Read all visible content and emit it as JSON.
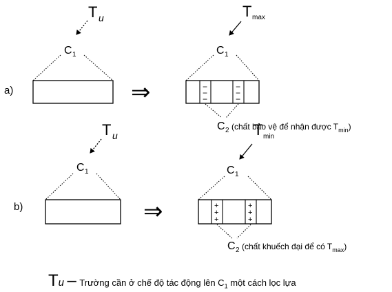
{
  "symbols": {
    "T": "T",
    "sub_u": "u",
    "sub_max": "max",
    "sub_min": "min",
    "C": "C",
    "sub_1": "1",
    "sub_2": "2",
    "arrow": "⇒",
    "minus": "−",
    "plus": "+"
  },
  "part_a": {
    "label": "a)",
    "c2_note_prefix": "(chất bảo vệ để nhận được T",
    "c2_note_sub": "min",
    "c2_note_suffix": ")"
  },
  "part_b": {
    "label": "b)",
    "c2_note_prefix": "(chất khuếch đại để có T",
    "c2_note_sub": "max",
    "c2_note_suffix": ")"
  },
  "legend": {
    "symbol": "T",
    "symbol_sub": "u",
    "dash": "–",
    "text": "Trường cần ở chế độ tác động lên C",
    "text_sub": "1",
    "text_end": " một cách lọc lựa"
  }
}
